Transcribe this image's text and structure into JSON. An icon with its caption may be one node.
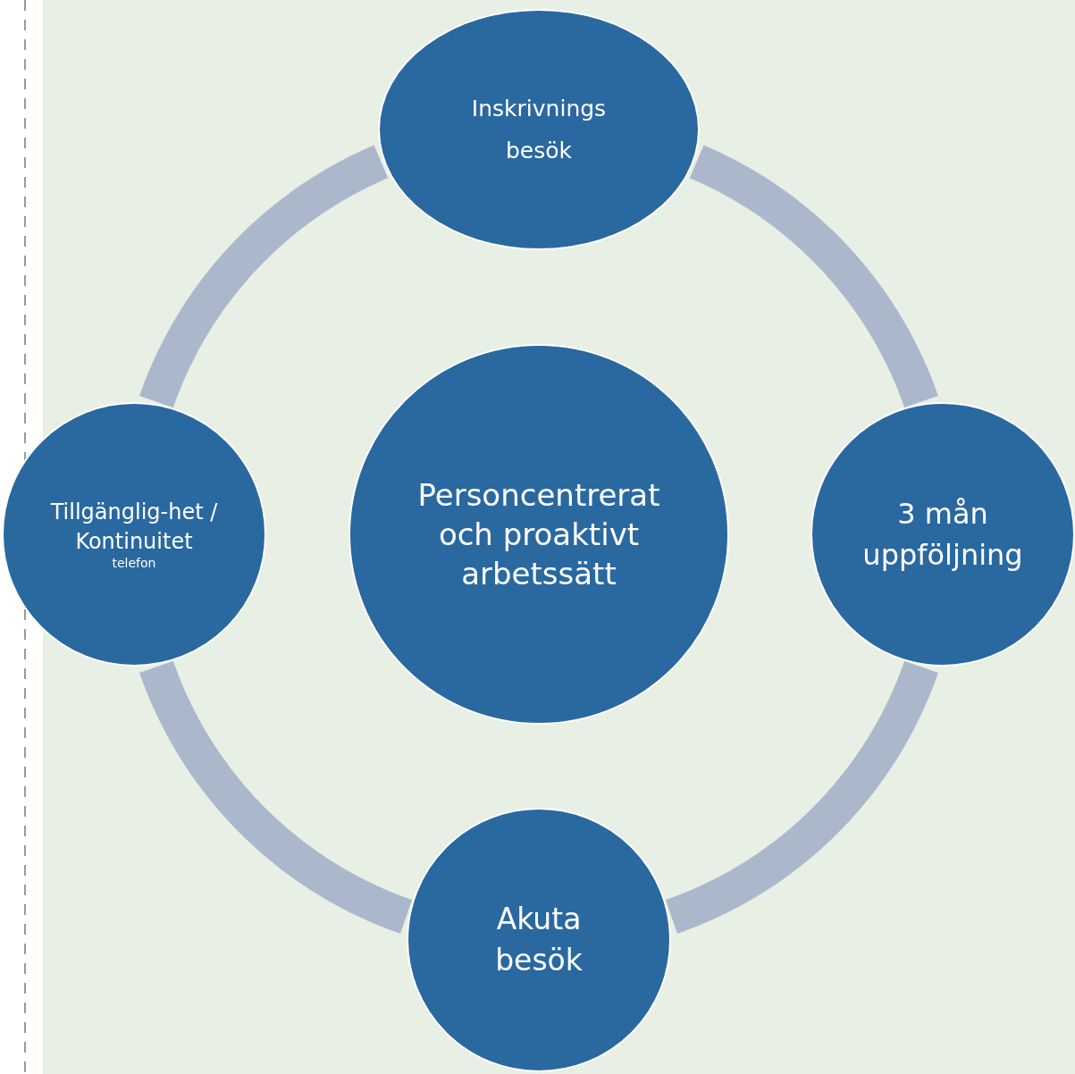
{
  "diagram": {
    "nodes": [
      {
        "text": [
          "Personcentrerat och proaktivt arbetssätt"
        ]
      },
      {
        "text": [
          "Inskrivnings besök"
        ]
      },
      {
        "text": [
          "3 mån uppföljning"
        ]
      },
      {
        "text": [
          "Akuta besök"
        ]
      },
      {
        "text": [
          "Tillgänglig-het / Kontinuitet",
          "telefon"
        ]
      }
    ],
    "edges": [
      {
        "from": 1,
        "to": 2,
        "arrow": "none"
      },
      {
        "from": 2,
        "to": 3,
        "arrow": "none"
      },
      {
        "from": 3,
        "to": 4,
        "arrow": "none"
      },
      {
        "from": 4,
        "to": 1,
        "arrow": "none"
      }
    ]
  }
}
